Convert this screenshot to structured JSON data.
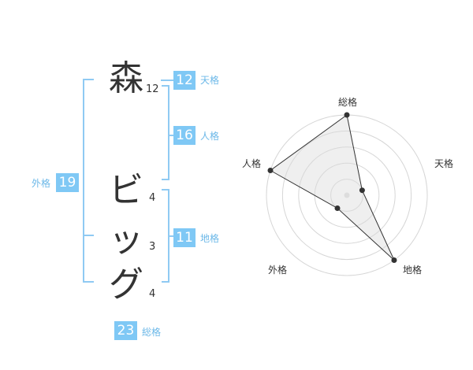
{
  "name_chars": [
    {
      "char": "森",
      "strokes": "12"
    },
    {
      "char": "ビ",
      "strokes": "4"
    },
    {
      "char": "ッ",
      "strokes": "3"
    },
    {
      "char": "グ",
      "strokes": "4"
    }
  ],
  "fortune": {
    "tenkaku": {
      "value": "12",
      "label": "天格"
    },
    "jinkaku": {
      "value": "16",
      "label": "人格"
    },
    "chikaku": {
      "value": "11",
      "label": "地格"
    },
    "gaikaku": {
      "value": "19",
      "label": "外格"
    },
    "soukaku": {
      "value": "23",
      "label": "総格"
    }
  },
  "colors": {
    "accent": "#7fc8f5",
    "text": "#333333",
    "label": "#6cb8e8"
  },
  "chart_data": {
    "type": "radar",
    "axes": [
      "総格",
      "天格",
      "地格",
      "外格",
      "人格"
    ],
    "values": [
      5,
      1,
      5,
      1,
      5
    ],
    "range": [
      0,
      5
    ],
    "rings": 5
  }
}
